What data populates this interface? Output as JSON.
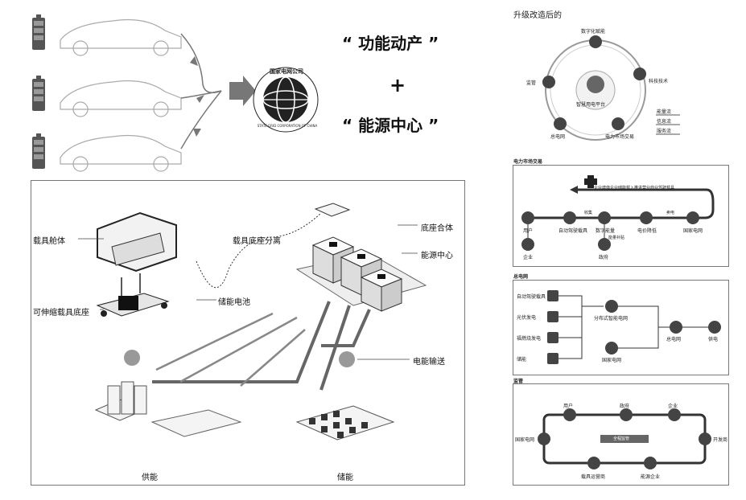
{
  "slogans": {
    "line1": "“ 功能动产 ”",
    "plus": "+",
    "line2": "“ 能源中心 ”"
  },
  "logo": {
    "top_text": "国家电网公司",
    "ring_text": "STATE GRID CORPORATION OF CHINA"
  },
  "main_diagram": {
    "label_cabin": "载具舱体",
    "label_base": "可伸缩载具底座",
    "label_separation": "载具底座分离",
    "label_battery": "储能电池",
    "label_combine": "底座合体",
    "label_energy_center": "能源中心",
    "label_transmission": "电能输送",
    "label_supply": "供能",
    "label_storage": "储能"
  },
  "upgrade_panel": {
    "title": "升级改造后的",
    "center": "智慧用电平台",
    "nodes": [
      "数字化赋能",
      "科技技术",
      "电力市场交易",
      "总电网",
      "监管"
    ],
    "legend": [
      "能量流",
      "信息流",
      "服务流"
    ]
  },
  "market_panel": {
    "title": "电力市场交易",
    "banner": "企业增值企业储能载入推进营业商业驾驶载具",
    "nodes": [
      "用户",
      "自动驾驶载具",
      "数字能量",
      "电价降低",
      "国家电网",
      "企业",
      "政府"
    ],
    "edge_labels": [
      "收集",
      "卖电",
      "能量补贴"
    ]
  },
  "grid_panel": {
    "title": "总电网",
    "sources": [
      "自动驾驶载具",
      "光伏发电",
      "福燃烧发电",
      "储能"
    ],
    "mid": [
      "分布式智能电网",
      "国家电网"
    ],
    "right": [
      "总电网",
      "供电"
    ]
  },
  "supervision_panel": {
    "title": "监管",
    "top": [
      "用户",
      "政府",
      "企业"
    ],
    "left": "国家电网",
    "right": "开发商",
    "bottom": [
      "载具运营商",
      "能源企业"
    ],
    "center": "全程监管"
  }
}
